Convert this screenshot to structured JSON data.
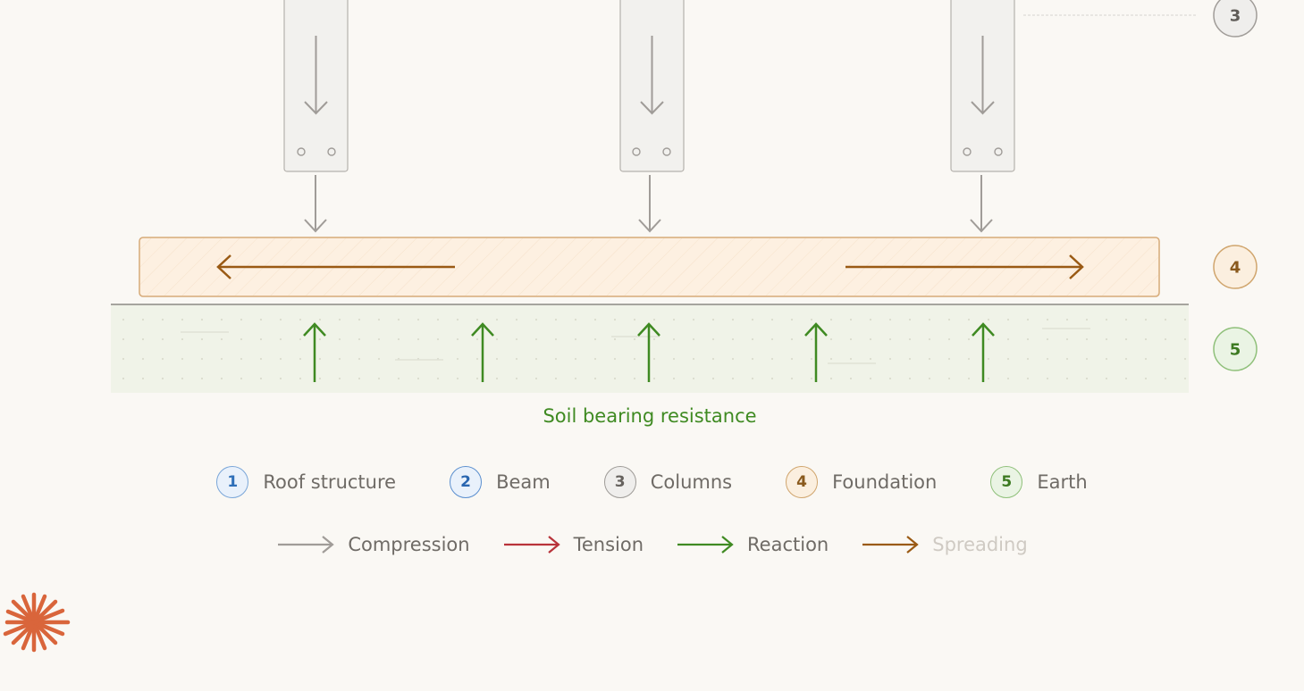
{
  "diagram": {
    "soil_label": "Soil bearing resistance",
    "callouts": [
      "3",
      "4",
      "5"
    ]
  },
  "legend": {
    "items": [
      {
        "num": "1",
        "label": "Roof structure",
        "fill": "#e9f1fb",
        "stroke": "#7aa6d8",
        "text": "#2f6fb8"
      },
      {
        "num": "2",
        "label": "Beam",
        "fill": "#e9f1fb",
        "stroke": "#5b8fcf",
        "text": "#2a66b0"
      },
      {
        "num": "3",
        "label": "Columns",
        "fill": "#efeeec",
        "stroke": "#9e9b97",
        "text": "#66625e"
      },
      {
        "num": "4",
        "label": "Foundation",
        "fill": "#fbefdf",
        "stroke": "#d0a56d",
        "text": "#8a5a1d"
      },
      {
        "num": "5",
        "label": "Earth",
        "fill": "#eaf4e4",
        "stroke": "#8fc07a",
        "text": "#3d7a22"
      }
    ],
    "arrows": [
      {
        "label": "Compression",
        "color": "#a09c98",
        "muted": false
      },
      {
        "label": "Tension",
        "color": "#b8333a",
        "muted": false
      },
      {
        "label": "Reaction",
        "color": "#3f8a22",
        "muted": false
      },
      {
        "label": "Spreading",
        "color": "#9a5a14",
        "muted": true
      }
    ]
  },
  "colors": {
    "compression": "#a09c98",
    "reaction": "#3f8a22",
    "spreading": "#9a5a14",
    "foundation_fill": "#fdf0e1",
    "foundation_stroke": "#d6aa78",
    "earth_fill": "#f0f3e8",
    "logo": "#d9653b"
  }
}
